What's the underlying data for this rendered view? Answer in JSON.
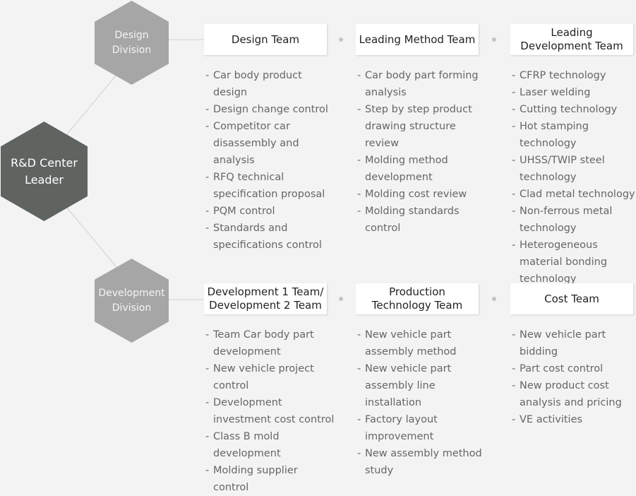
{
  "leader": {
    "line1": "R&D Center",
    "line2": "Leader"
  },
  "divisions": [
    {
      "line1": "Design",
      "line2": "Division",
      "teams": [
        {
          "title": [
            "Design Team"
          ],
          "items": [
            "Car body product design",
            "Design change control",
            "Competitor car disassembly and analysis",
            "RFQ technical specification proposal",
            "PQM control",
            "Standards and specifications control"
          ]
        },
        {
          "title": [
            "Leading Method Team"
          ],
          "items": [
            "Car body part forming analysis",
            "Step by step product drawing structure review",
            "Molding method development",
            "Molding cost review",
            "Molding standards control"
          ]
        },
        {
          "title": [
            "Leading",
            "Development Team"
          ],
          "items": [
            "CFRP technology",
            "Laser welding",
            "Cutting technology",
            "Hot stamping technology",
            "UHSS/TWIP steel technology",
            "Clad metal technology",
            "Non-ferrous metal technology",
            "Heterogeneous material bonding technology"
          ]
        }
      ]
    },
    {
      "line1": "Development",
      "line2": "Division",
      "teams": [
        {
          "title": [
            "Development 1 Team/",
            "Development 2 Team"
          ],
          "items": [
            "Team Car body part development",
            "New vehicle project control",
            "Development investment cost control",
            "Class B mold development",
            "Molding supplier control"
          ]
        },
        {
          "title": [
            "Production",
            "Technology Team"
          ],
          "items": [
            "New vehicle part assembly method",
            "New vehicle part assembly line installation",
            "Factory layout improvement",
            "New assembly method study"
          ]
        },
        {
          "title": [
            "Cost Team"
          ],
          "items": [
            "New vehicle part bidding",
            "Part cost control",
            "New product cost analysis and pricing",
            "VE activities"
          ]
        }
      ]
    }
  ]
}
